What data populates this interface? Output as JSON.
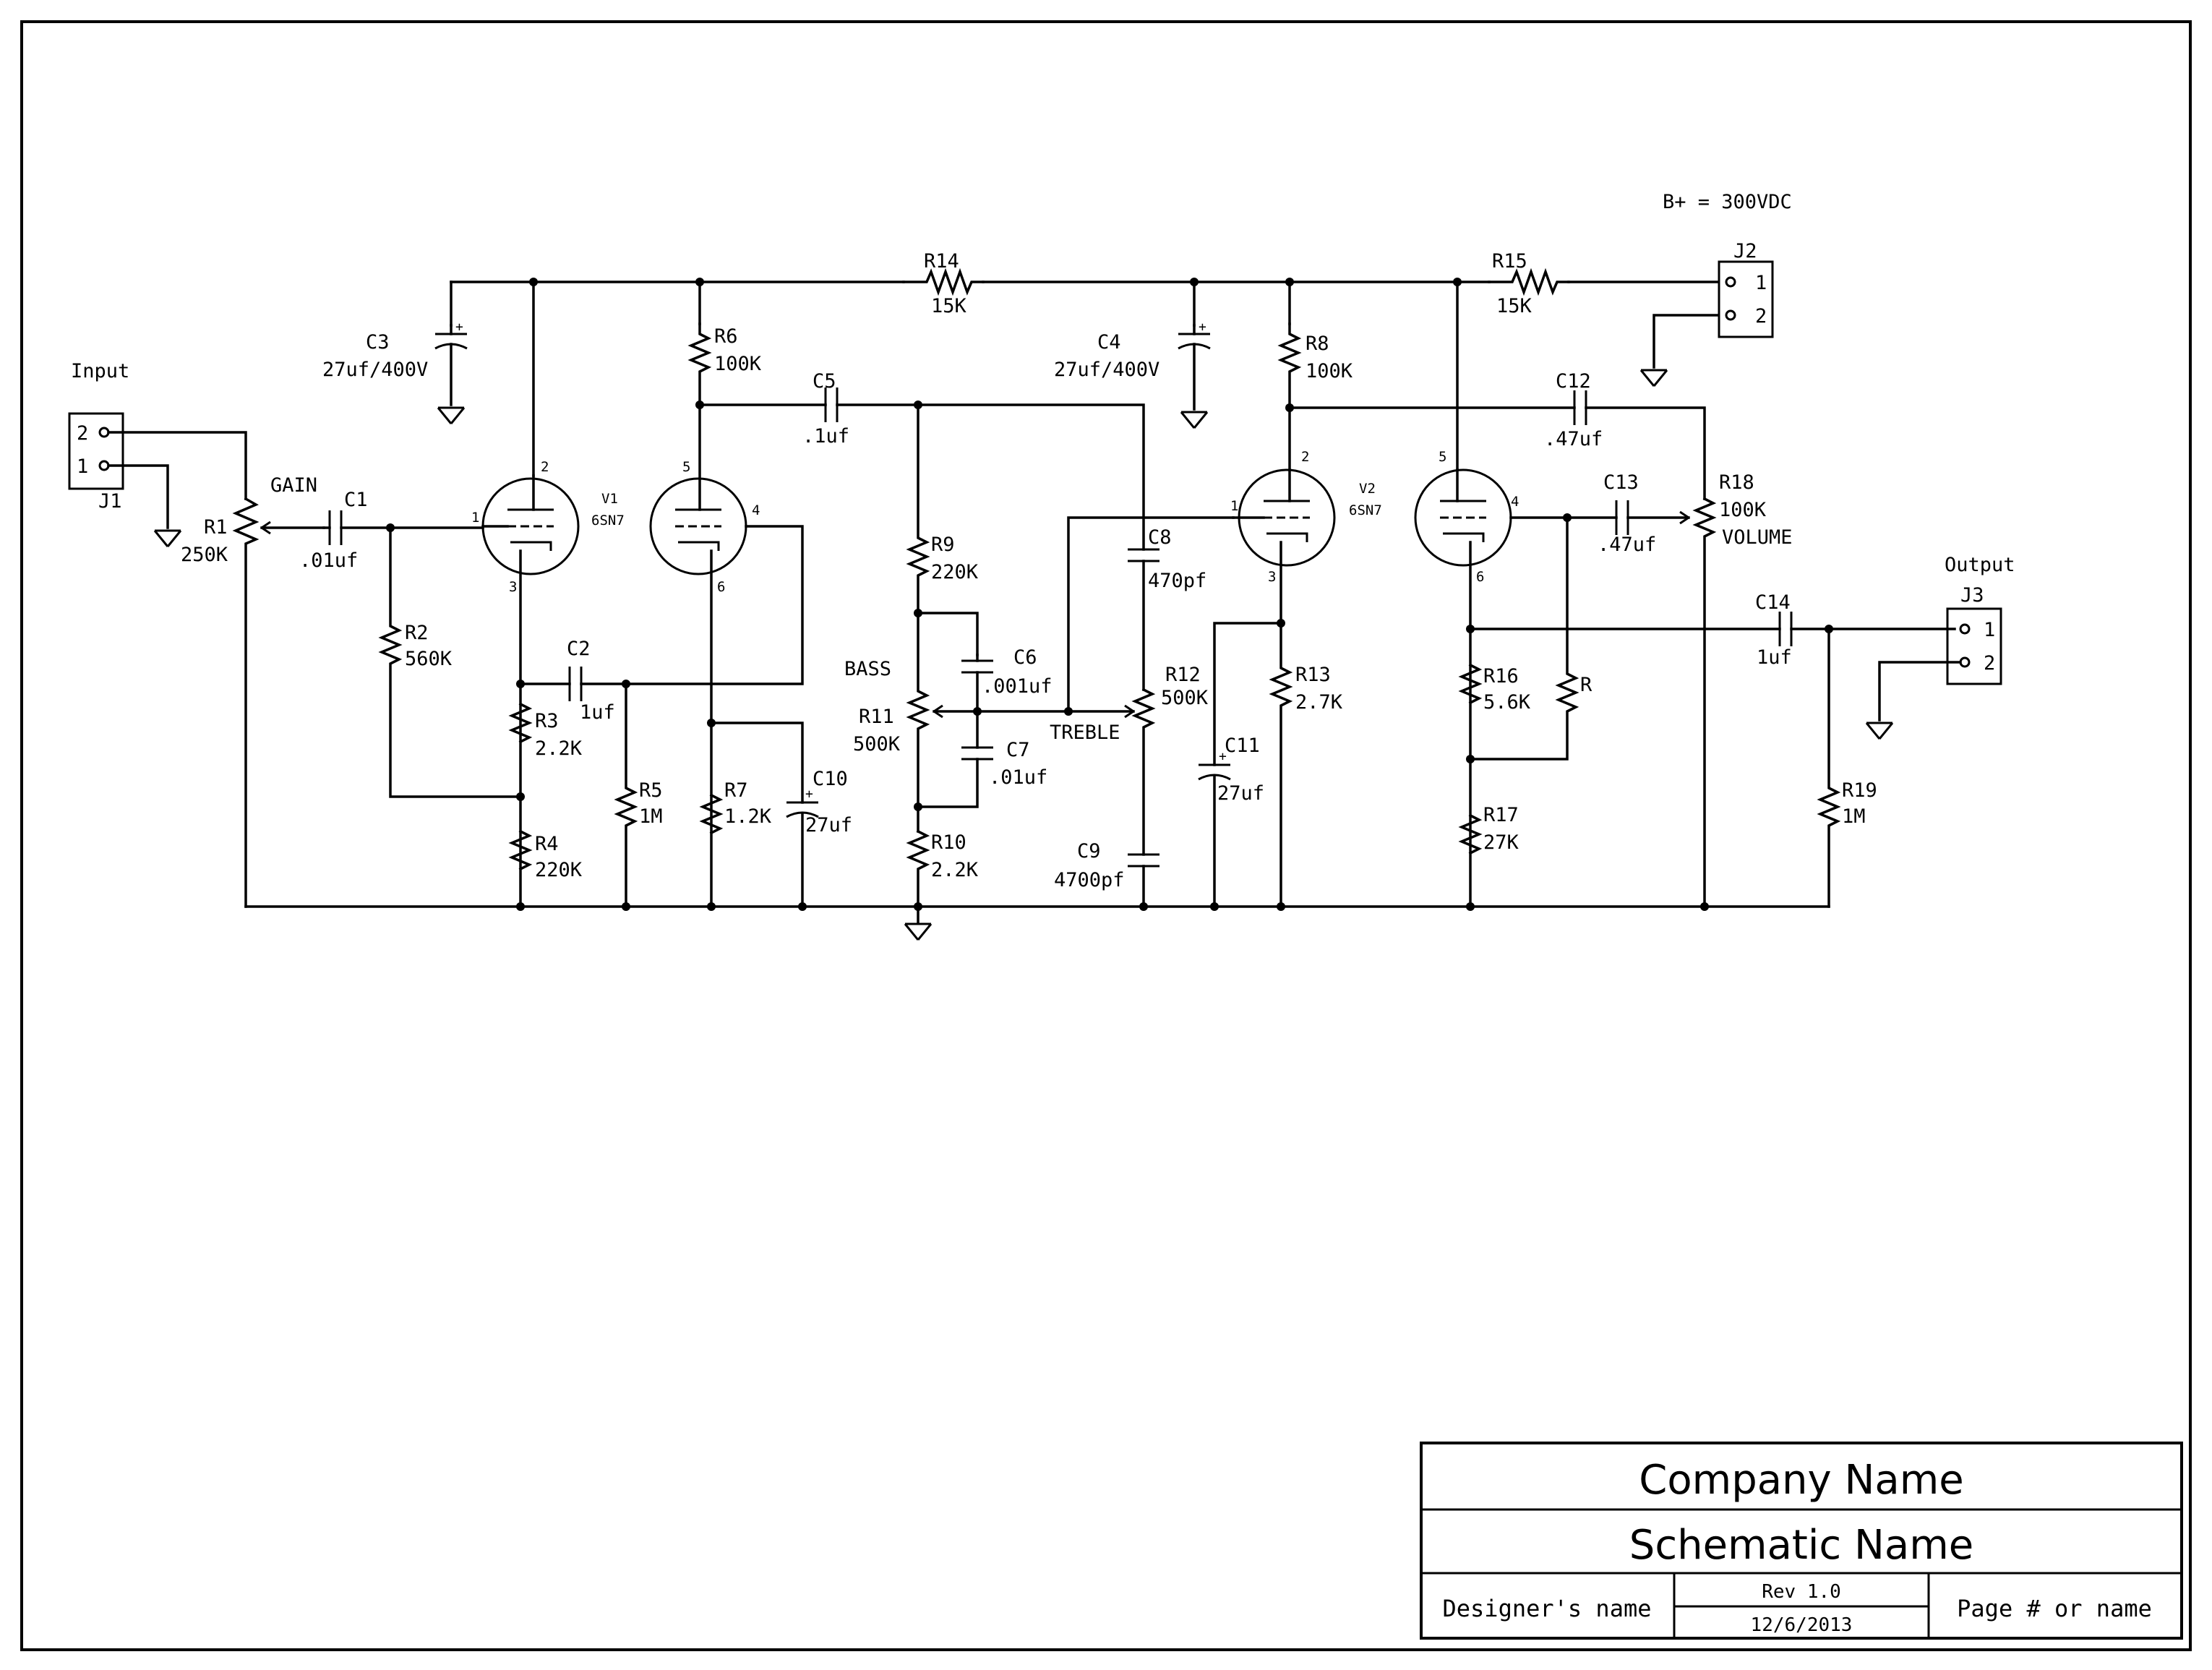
{
  "supply": {
    "note": "B+ = 300VDC"
  },
  "connectors": {
    "input": {
      "label": "Input",
      "ref": "J1",
      "pin_a": "2",
      "pin_b": "1"
    },
    "supply": {
      "ref": "J2",
      "pin_a": "1",
      "pin_b": "2"
    },
    "output": {
      "label": "Output",
      "ref": "J3",
      "pin_a": "1",
      "pin_b": "2"
    }
  },
  "tubes": {
    "v1": {
      "ref": "V1",
      "type": "6SN7",
      "pins": {
        "plate_a": "2",
        "grid_a": "1",
        "cathode_a": "3",
        "plate_b": "5",
        "grid_b": "4",
        "cathode_b": "6"
      }
    },
    "v2": {
      "ref": "V2",
      "type": "6SN7",
      "pins": {
        "plate_a": "2",
        "grid_a": "1",
        "cathode_a": "3",
        "plate_b": "5",
        "grid_b": "4",
        "cathode_b": "6"
      }
    }
  },
  "controls": {
    "gain": "GAIN",
    "bass": "BASS",
    "treble": "TREBLE",
    "volume": "VOLUME"
  },
  "resistors": {
    "r1": {
      "ref": "R1",
      "value": "250K"
    },
    "r2": {
      "ref": "R2",
      "value": "560K"
    },
    "r3": {
      "ref": "R3",
      "value": "2.2K"
    },
    "r4": {
      "ref": "R4",
      "value": "220K"
    },
    "r5": {
      "ref": "R5",
      "value": "1M"
    },
    "r6": {
      "ref": "R6",
      "value": "100K"
    },
    "r7": {
      "ref": "R7",
      "value": "1.2K"
    },
    "r8": {
      "ref": "R8",
      "value": "100K"
    },
    "r9": {
      "ref": "R9",
      "value": "220K"
    },
    "r10": {
      "ref": "R10",
      "value": "2.2K"
    },
    "r11": {
      "ref": "R11",
      "value": "500K"
    },
    "r12": {
      "ref": "R12",
      "value": "500K"
    },
    "r13": {
      "ref": "R13",
      "value": "2.7K"
    },
    "r14": {
      "ref": "R14",
      "value": "15K"
    },
    "r15": {
      "ref": "R15",
      "value": "15K"
    },
    "r16": {
      "ref": "R16",
      "value": "5.6K"
    },
    "r17": {
      "ref": "R17",
      "value": "27K"
    },
    "r18": {
      "ref": "R18",
      "value": "100K"
    },
    "r19": {
      "ref": "R19",
      "value": "1M"
    },
    "r": {
      "ref": "R"
    }
  },
  "capacitors": {
    "c1": {
      "ref": "C1",
      "value": ".01uf"
    },
    "c2": {
      "ref": "C2",
      "value": "1uf"
    },
    "c3": {
      "ref": "C3",
      "value": "27uf/400V"
    },
    "c4": {
      "ref": "C4",
      "value": "27uf/400V"
    },
    "c5": {
      "ref": "C5",
      "value": ".1uf"
    },
    "c6": {
      "ref": "C6",
      "value": ".001uf"
    },
    "c7": {
      "ref": "C7",
      "value": ".01uf"
    },
    "c8": {
      "ref": "C8",
      "value": "470pf"
    },
    "c9": {
      "ref": "C9",
      "value": "4700pf"
    },
    "c10": {
      "ref": "C10",
      "value": "27uf"
    },
    "c11": {
      "ref": "C11",
      "value": "27uf"
    },
    "c12": {
      "ref": "C12",
      "value": ".47uf"
    },
    "c13": {
      "ref": "C13",
      "value": ".47uf"
    },
    "c14": {
      "ref": "C14",
      "value": "1uf"
    }
  },
  "title_block": {
    "company": "Company Name",
    "schematic": "Schematic Name",
    "designer": "Designer's name",
    "rev": "Rev 1.0",
    "date": "12/6/2013",
    "page": "Page # or name"
  }
}
